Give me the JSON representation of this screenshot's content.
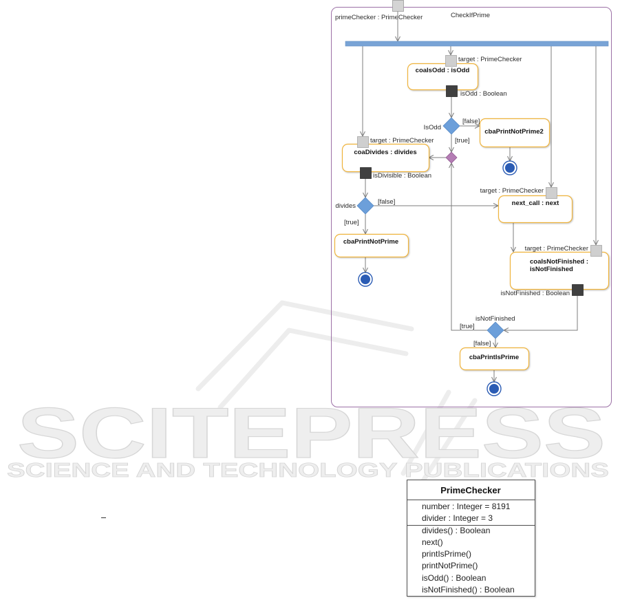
{
  "activity": {
    "name": "CheckIfPrime",
    "input_pin": {
      "label": "primeChecker : PrimeChecker"
    },
    "coa_is_odd": {
      "name": "coaIsOdd : isOdd",
      "target_pin": "target : PrimeChecker",
      "output_pin": "isOdd : Boolean"
    },
    "is_odd_decision": {
      "name": "IsOdd",
      "guard_false": "[false]",
      "guard_true": "[true]"
    },
    "cba_print_not_prime2": {
      "name": "cbaPrintNotPrime2"
    },
    "coa_divides": {
      "name": "coaDivides : divides",
      "target_pin": "target : PrimeChecker",
      "output_pin": "isDivisible : Boolean"
    },
    "divides_decision": {
      "name": "divides",
      "guard_false": "[false]",
      "guard_true": "[true]"
    },
    "cba_print_not_prime": {
      "name": "cbaPrintNotPrime"
    },
    "next_call": {
      "name": "next_call : next",
      "target_pin": "target : PrimeChecker"
    },
    "coa_is_not_finished": {
      "name_lines": [
        "coaIsNotFinished :",
        "isNotFinished"
      ],
      "target_pin": "target : PrimeChecker",
      "output_pin": "isNotFinished : Boolean"
    },
    "is_not_finished_decision": {
      "name": "isNotFinished",
      "guard_true": "[true]",
      "guard_false": "[false]"
    },
    "cba_print_is_prime": {
      "name": "cbaPrintIsPrime"
    }
  },
  "class_box": {
    "name": "PrimeChecker",
    "attributes": [
      "number : Integer = 8191",
      "divider : Integer = 3"
    ],
    "operations": [
      "divides() : Boolean",
      "next()",
      "printIsPrime()",
      "printNotPrime()",
      "isOdd() : Boolean",
      "isNotFinished() : Boolean"
    ]
  },
  "watermark": {
    "title": "SCITEPRESS",
    "subtitle": "SCIENCE AND TECHNOLOGY PUBLICATIONS"
  },
  "colors": {
    "frame": "#9b6fa5",
    "edge": "#7d7d7d",
    "fork_bar": "#79a4d6",
    "action_border": "#f0b43c",
    "target_pin": "#cfcfcf",
    "output_pin": "#404040",
    "input_pin": "#d4d4d4",
    "decision": "#6c9fda",
    "merge": "#b47db4",
    "final": "#2b5cb4",
    "watermark_fill": "#eeeeee",
    "watermark_outline": "#d6d6d6",
    "watermark_logo": "#ededed"
  }
}
